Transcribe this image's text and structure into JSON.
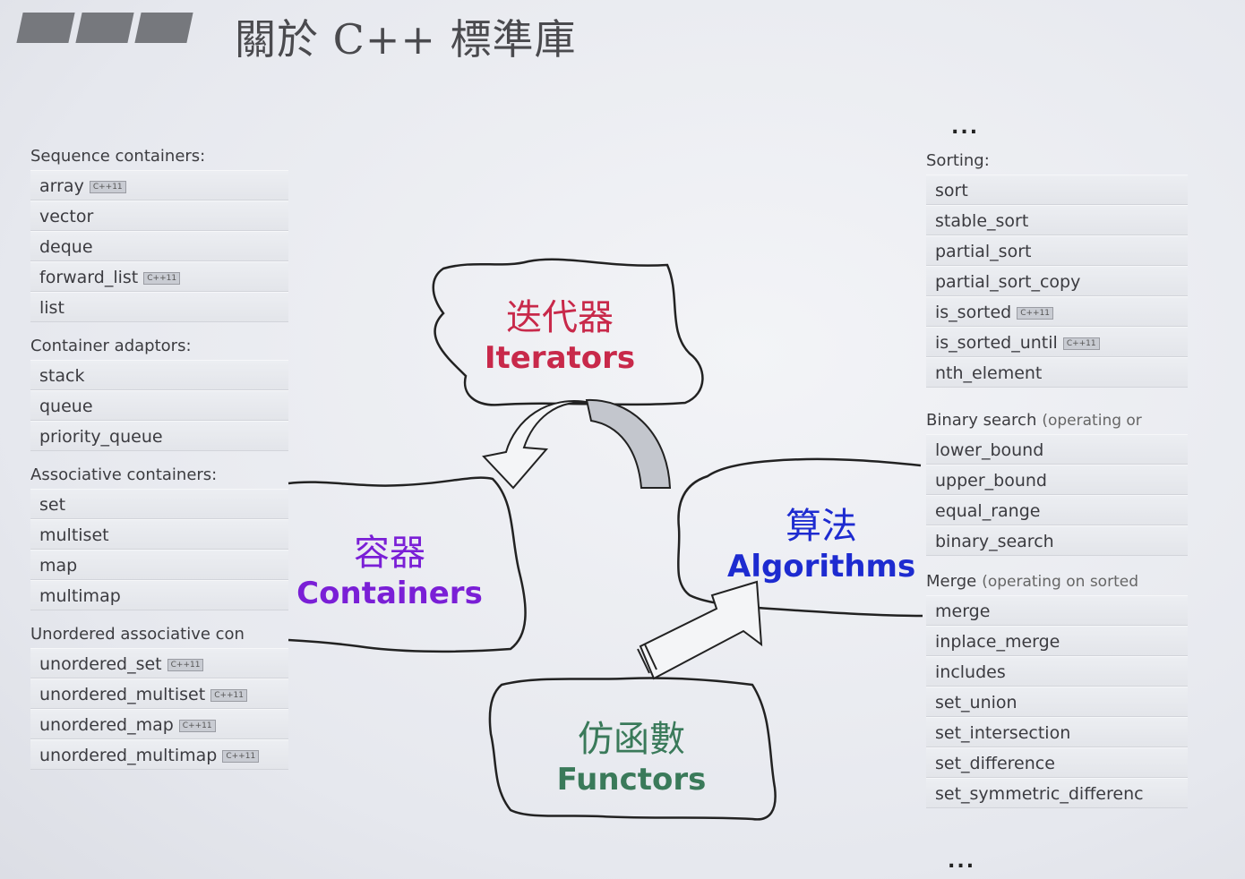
{
  "title": "關於 C++ 標準庫",
  "badge_text": "C++11",
  "left": {
    "sections": [
      {
        "heading": "Sequence containers:",
        "items": [
          {
            "label": "array",
            "badge": true
          },
          {
            "label": "vector",
            "badge": false
          },
          {
            "label": "deque",
            "badge": false
          },
          {
            "label": "forward_list",
            "badge": true
          },
          {
            "label": "list",
            "badge": false
          }
        ]
      },
      {
        "heading": "Container adaptors:",
        "items": [
          {
            "label": "stack",
            "badge": false
          },
          {
            "label": "queue",
            "badge": false
          },
          {
            "label": "priority_queue",
            "badge": false
          }
        ]
      },
      {
        "heading": "Associative containers:",
        "items": [
          {
            "label": "set",
            "badge": false
          },
          {
            "label": "multiset",
            "badge": false
          },
          {
            "label": "map",
            "badge": false
          },
          {
            "label": "multimap",
            "badge": false
          }
        ]
      },
      {
        "heading": "Unordered associative con",
        "items": [
          {
            "label": "unordered_set",
            "badge": true
          },
          {
            "label": "unordered_multiset",
            "badge": true
          },
          {
            "label": "unordered_map",
            "badge": true
          },
          {
            "label": "unordered_multimap",
            "badge": true
          }
        ]
      }
    ]
  },
  "right": {
    "ellipsis_top": "...",
    "ellipsis_bottom": "...",
    "sections": [
      {
        "heading": "Sorting:",
        "note": "",
        "items": [
          {
            "label": "sort",
            "badge": false
          },
          {
            "label": "stable_sort",
            "badge": false
          },
          {
            "label": "partial_sort",
            "badge": false
          },
          {
            "label": "partial_sort_copy",
            "badge": false
          },
          {
            "label": "is_sorted",
            "badge": true
          },
          {
            "label": "is_sorted_until",
            "badge": true
          },
          {
            "label": "nth_element",
            "badge": false
          }
        ]
      },
      {
        "heading": "Binary search",
        "note": "(operating or",
        "items": [
          {
            "label": "lower_bound",
            "badge": false
          },
          {
            "label": "upper_bound",
            "badge": false
          },
          {
            "label": "equal_range",
            "badge": false
          },
          {
            "label": "binary_search",
            "badge": false
          }
        ]
      },
      {
        "heading": "Merge",
        "note": "(operating on sorted",
        "items": [
          {
            "label": "merge",
            "badge": false
          },
          {
            "label": "inplace_merge",
            "badge": false
          },
          {
            "label": "includes",
            "badge": false
          },
          {
            "label": "set_union",
            "badge": false
          },
          {
            "label": "set_intersection",
            "badge": false
          },
          {
            "label": "set_difference",
            "badge": false
          },
          {
            "label": "set_symmetric_differenc",
            "badge": false
          }
        ]
      }
    ]
  },
  "diagram": {
    "iterators": {
      "zh": "迭代器",
      "en": "Iterators",
      "color": "#c8294a"
    },
    "containers": {
      "zh": "容器",
      "en": "Containers",
      "color": "#7a1fd6"
    },
    "algorithms": {
      "zh": "算法",
      "en": "Algorithms",
      "color": "#1d2bd0"
    },
    "functors": {
      "zh": "仿函數",
      "en": "Functors",
      "color": "#3a7a5a"
    }
  }
}
